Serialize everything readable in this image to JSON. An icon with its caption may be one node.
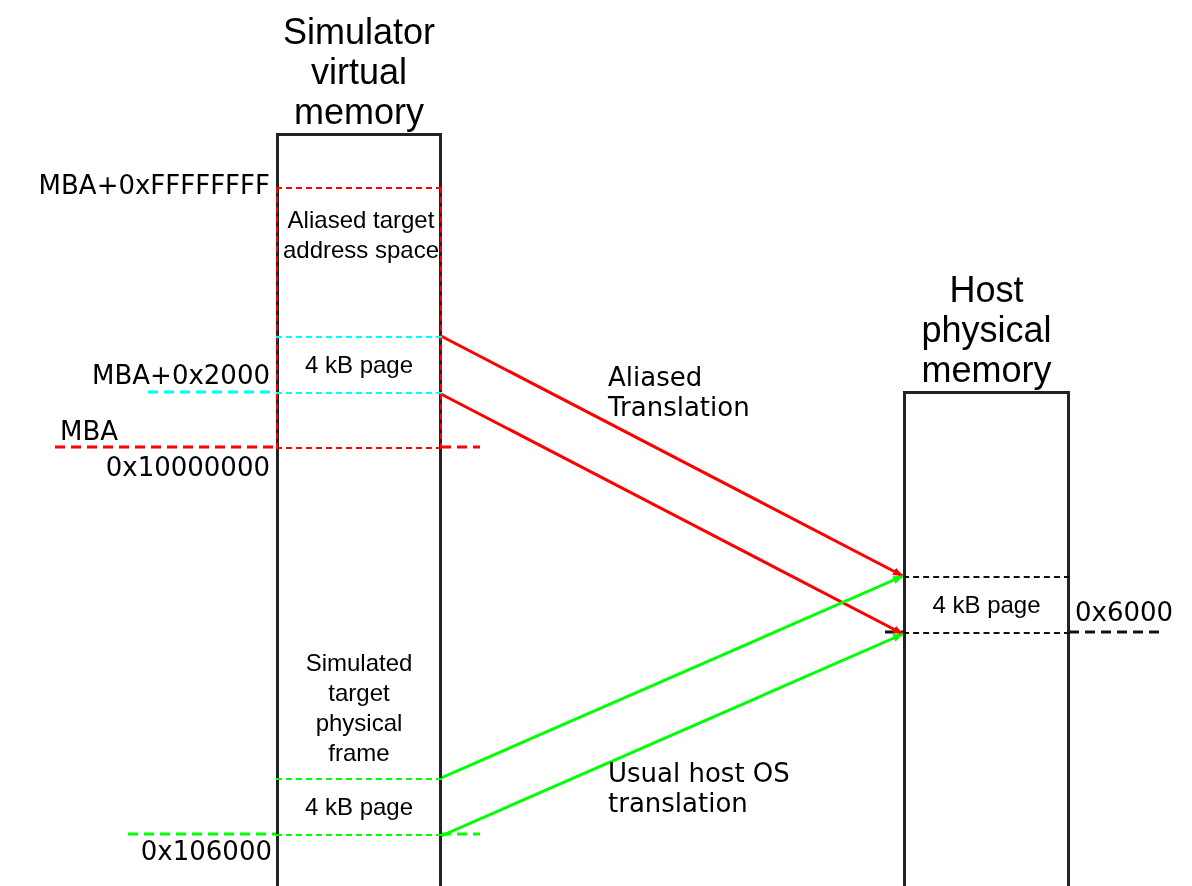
{
  "diagram": {
    "nodes": [
      {
        "text": [
          "Simulator virtual memory"
        ]
      },
      {
        "text": [
          "Aliased target address space"
        ],
        "in": 0
      },
      {
        "text": [
          "4 kB page"
        ],
        "in": 1,
        "beside": [
          "MBA+0x2000"
        ]
      },
      {
        "text": [
          "4 kB page"
        ],
        "in": 0,
        "beside": [
          "0x106000"
        ]
      },
      {
        "text": [
          "Host physical memory"
        ]
      },
      {
        "text": [
          "4 kB page"
        ],
        "in": 4,
        "beside": [
          "0x6000"
        ]
      }
    ],
    "edges": [
      {
        "from": 2,
        "to": 5,
        "arrow": "to",
        "color": "#ff0000",
        "label": "Aliased Translation"
      },
      {
        "from": 2,
        "to": 5,
        "arrow": "to",
        "color": "#ff0000"
      },
      {
        "from": 3,
        "to": 5,
        "arrow": "to",
        "color": "#00ff00"
      },
      {
        "from": 3,
        "to": 5,
        "arrow": "to",
        "color": "#00ff00",
        "label": "Usual host OS translation"
      }
    ],
    "labels": [
      "MBA+0xFFFFFFFF",
      "MBA",
      "0x10000000",
      "Simulated target physical frame"
    ]
  }
}
